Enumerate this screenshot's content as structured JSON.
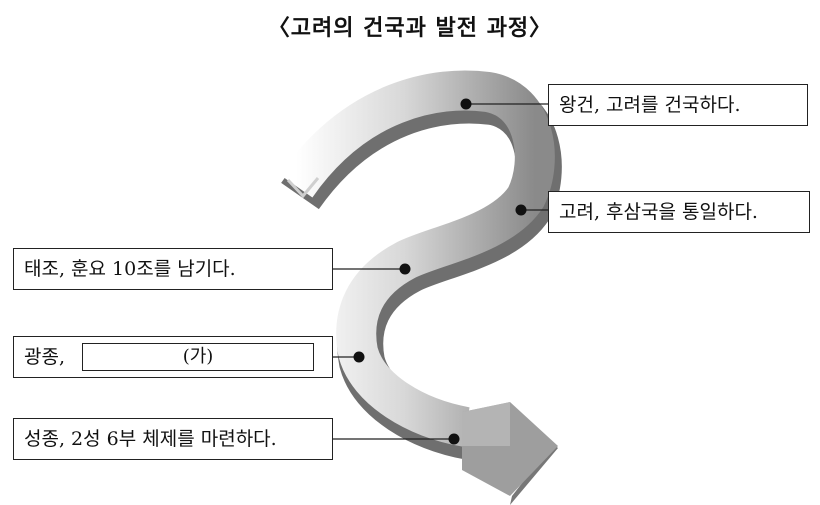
{
  "title": "〈고려의 건국과 발전 과정〉",
  "events": {
    "founding": "왕건, 고려를 건국하다.",
    "unification": "고려, 후삼국을 통일하다.",
    "taejo": "태조, 훈요 10조를 남기다.",
    "gwangjong_prefix": "광종,",
    "gwangjong_blank": "(가)",
    "seongjong": "성종, 2성 6부 체제를 마련하다."
  }
}
